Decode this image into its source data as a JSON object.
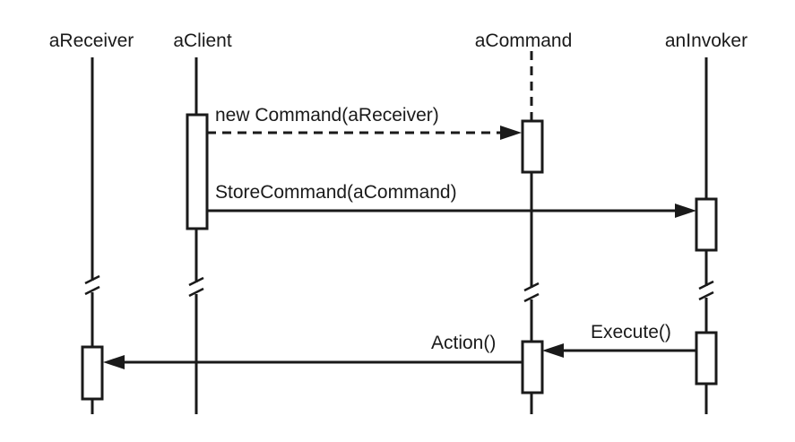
{
  "participants": [
    {
      "id": "receiver",
      "name": "aReceiver"
    },
    {
      "id": "client",
      "name": "aClient"
    },
    {
      "id": "command",
      "name": "aCommand"
    },
    {
      "id": "invoker",
      "name": "anInvoker"
    }
  ],
  "messages": [
    {
      "id": "create",
      "label": "new Command(aReceiver)",
      "from": "aClient",
      "to": "aCommand",
      "style": "dashed"
    },
    {
      "id": "store",
      "label": "StoreCommand(aCommand)",
      "from": "aClient",
      "to": "anInvoker",
      "style": "solid"
    },
    {
      "id": "execute",
      "label": "Execute()",
      "from": "anInvoker",
      "to": "aCommand",
      "style": "solid"
    },
    {
      "id": "action",
      "label": "Action()",
      "from": "aCommand",
      "to": "aReceiver",
      "style": "solid"
    }
  ]
}
